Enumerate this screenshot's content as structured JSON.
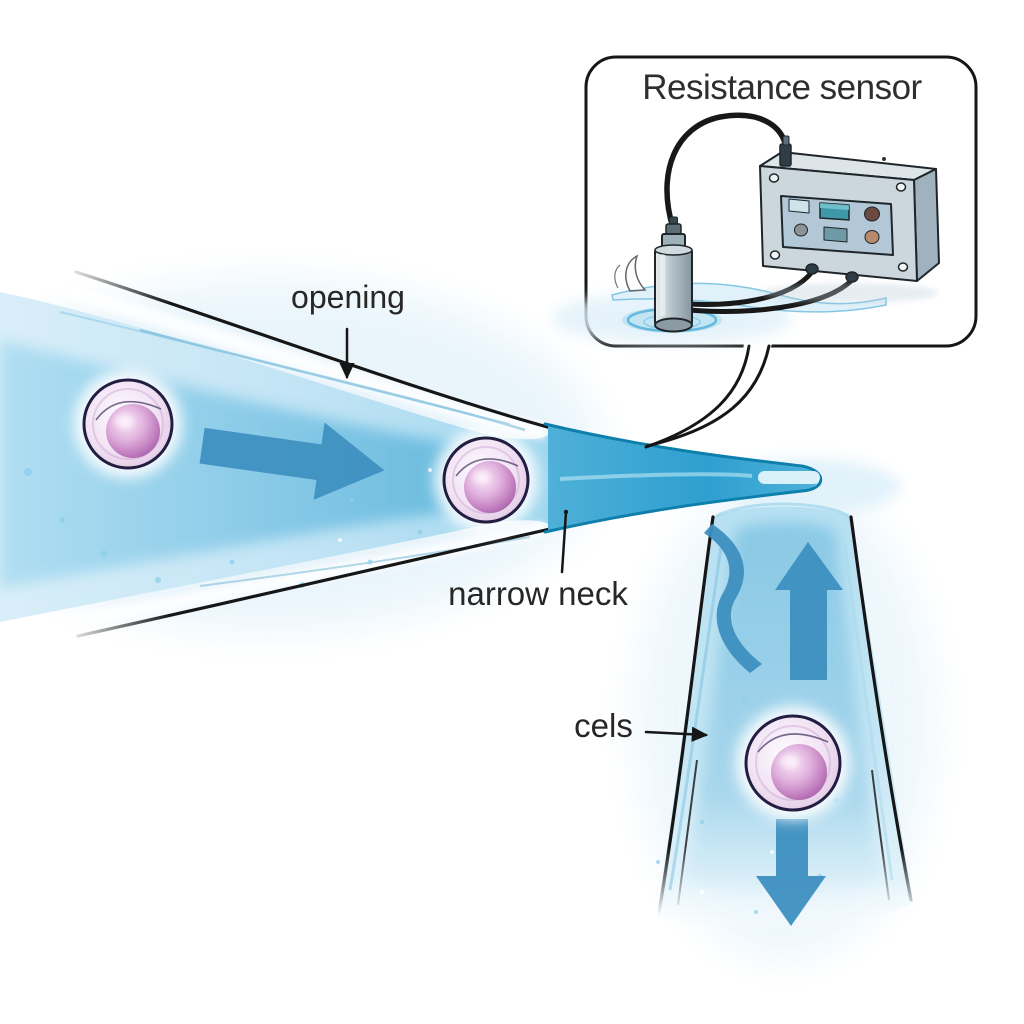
{
  "diagram": {
    "title": "Resistance sensor",
    "labels": {
      "opening": "opening",
      "narrow_neck": "narrow neck",
      "cells": "cels"
    },
    "colors": {
      "background": "#ffffff",
      "outline_black": "#161616",
      "fluid_light": "#c9e8f6",
      "fluid_deep": "#3fa5d2",
      "tube_outline": "#0d7fab",
      "arrow_blue": "#3d8fc0",
      "cell_outline": "#221d41",
      "cell_nucleus": "#bd77bb",
      "cell_body": "#eedcf0",
      "device_body": "#ccd7dd",
      "device_side": "#9fb2bd",
      "device_panel": "#b3c8d6",
      "display_teal": "#3e98a8",
      "button_brown": "#6d4a41",
      "button_tan": "#b98a6e",
      "button_gray": "#8b9296",
      "cable_black": "#181818",
      "water_blue": "#58b2da"
    },
    "icons": {
      "flow_right_arrow": "right-flow-arrow-icon (block arrow)",
      "flow_up_arrow": "up-flow-arrow-icon (block arrow)",
      "flow_down_arrow": "down-flow-arrow-icon (block arrow)",
      "curved_flow_arrow": "curved-flow-ribbon-icon (S-shaped streak)",
      "label_pointer": "pointer-arrow-icon (thin black arrow)"
    }
  }
}
